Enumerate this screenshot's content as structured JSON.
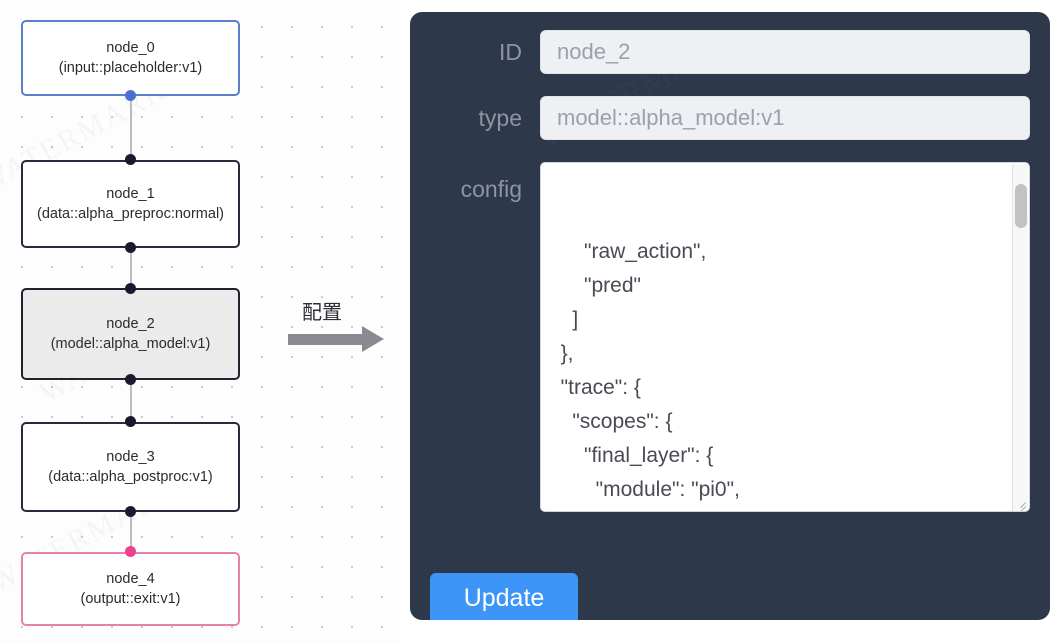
{
  "graph": {
    "nodes": [
      {
        "id": "node_0",
        "label": "node_0\n(input::placeholder:v1)",
        "type_text": "input::placeholder:v1",
        "style": "node-blue",
        "selected": false
      },
      {
        "id": "node_1",
        "label": "node_1\n(data::alpha_preproc:normal)",
        "type_text": "data::alpha_preproc:normal",
        "style": "node-dark",
        "selected": false
      },
      {
        "id": "node_2",
        "label": "node_2\n(model::alpha_model:v1)",
        "type_text": "model::alpha_model:v1",
        "style": "node-selected",
        "selected": true
      },
      {
        "id": "node_3",
        "label": "node_3\n(data::alpha_postproc:v1)",
        "type_text": "data::alpha_postproc:v1",
        "style": "node-dark",
        "selected": false
      },
      {
        "id": "node_4",
        "label": "node_4\n(output::exit:v1)",
        "type_text": "output::exit:v1",
        "style": "node-pink",
        "selected": false
      }
    ],
    "edges": [
      {
        "from": "node_0",
        "to": "node_1"
      },
      {
        "from": "node_1",
        "to": "node_2"
      },
      {
        "from": "node_2",
        "to": "node_3"
      },
      {
        "from": "node_3",
        "to": "node_4"
      }
    ],
    "colors": {
      "input_node_border": "#5b7fcc",
      "default_node_border": "#2a2a3a",
      "selected_node_border": "#22222f",
      "selected_node_fill": "#ebebeb",
      "output_node_border": "#ea7fae",
      "edge_line": "#b9bcc2",
      "handle_default": "#1a1a2e",
      "handle_input": "#4a6fd4",
      "handle_output": "#ef3f8f"
    },
    "watermark_text": "WATERMARK"
  },
  "transition": {
    "label": "配置",
    "arrow_color": "#8a8a92"
  },
  "panel": {
    "background": "#2e384b",
    "fields": [
      {
        "name": "id",
        "label": "ID",
        "value": "node_2"
      },
      {
        "name": "type",
        "label": "type",
        "value": "model::alpha_model:v1"
      }
    ],
    "config": {
      "label": "config",
      "text": "      \"raw_action\",\n      \"pred\"\n    ]\n  },\n  \"trace\": {\n    \"scopes\": {\n      \"final_layer\": {\n        \"module\": \"pi0\",\n        \"mark_scope\": false\n      },\n      \"action_model\": {",
      "scroll_position": "middle"
    },
    "update_button": {
      "label": "Update",
      "color": "#3d96f7"
    }
  }
}
